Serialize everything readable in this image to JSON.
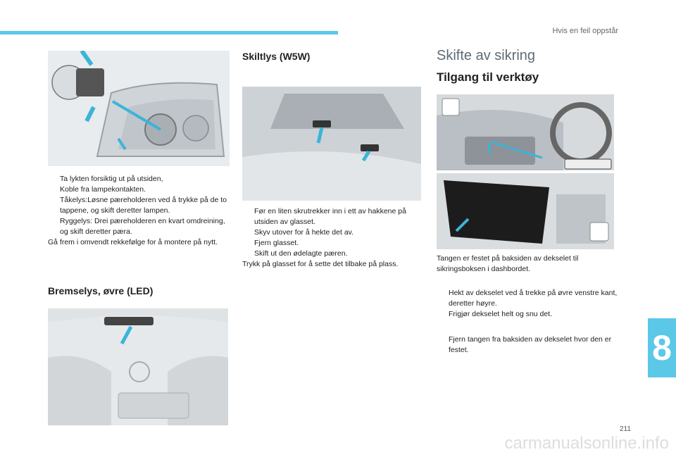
{
  "header": {
    "section_title": "Hvis en feil oppstår"
  },
  "chapter": {
    "number": "8"
  },
  "footer": {
    "page_number": "211",
    "watermark": "carmanualsonline.info"
  },
  "col1": {
    "bullets": [
      "Ta lykten forsiktig ut på utsiden,",
      "Koble fra lampekontakten.",
      "Tåkelys:Løsne pæreholderen ved å trykke på de to tappene, og skift deretter lampen.",
      "Ryggelys: Drei pæreholderen en kvart omdreining, og skift deretter pæra."
    ],
    "paragraph": "Gå frem i omvendt rekkefølge for å montere på nytt.",
    "heading2": "Bremselys, øvre (LED)"
  },
  "col2": {
    "heading": "Skiltlys (W5W)",
    "bullets": [
      "Før en liten skrutrekker inn i ett av hakkene på utsiden av glasset.",
      "Skyv utover for å hekte det av.",
      "Fjern glasset.",
      "Skift ut den ødelagte pæren."
    ],
    "paragraph": "Trykk på glasset for å sette det tilbake på plass."
  },
  "col3": {
    "heading": "Skifte av sikring",
    "subheading": "Tilgang til verktøy",
    "paragraph": "Tangen er festet på baksiden av dekselet til sikringsboksen i dashbordet.",
    "bullets_a": [
      "Hekt av dekselet ved å trekke på øvre venstre kant, deretter høyre.",
      "Frigjør dekselet helt og snu det."
    ],
    "bullets_b": [
      "Fjern tangen fra baksiden av dekselet hvor den er festet."
    ]
  },
  "bullet_marker": "",
  "colors": {
    "accent": "#5bc8e8",
    "heading_grey": "#5f6b74"
  }
}
